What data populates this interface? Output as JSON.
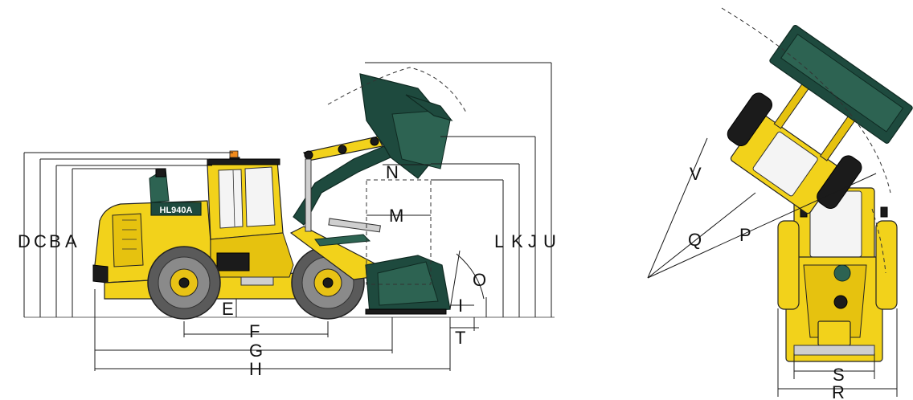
{
  "labels": {
    "A": "A",
    "B": "B",
    "C": "C",
    "D": "D",
    "E": "E",
    "F": "F",
    "G": "G",
    "H": "H",
    "I": "I",
    "J": "J",
    "K": "K",
    "L": "L",
    "M": "M",
    "N": "N",
    "O": "O",
    "P": "P",
    "Q": "Q",
    "R": "R",
    "S": "S",
    "T": "T",
    "U": "U",
    "V": "V"
  },
  "machine_model": "HL940A",
  "colors": {
    "body_yellow": "#f2d21b",
    "bucket_green": "#1e4a3e",
    "tire_gray": "#5a5a5a"
  }
}
